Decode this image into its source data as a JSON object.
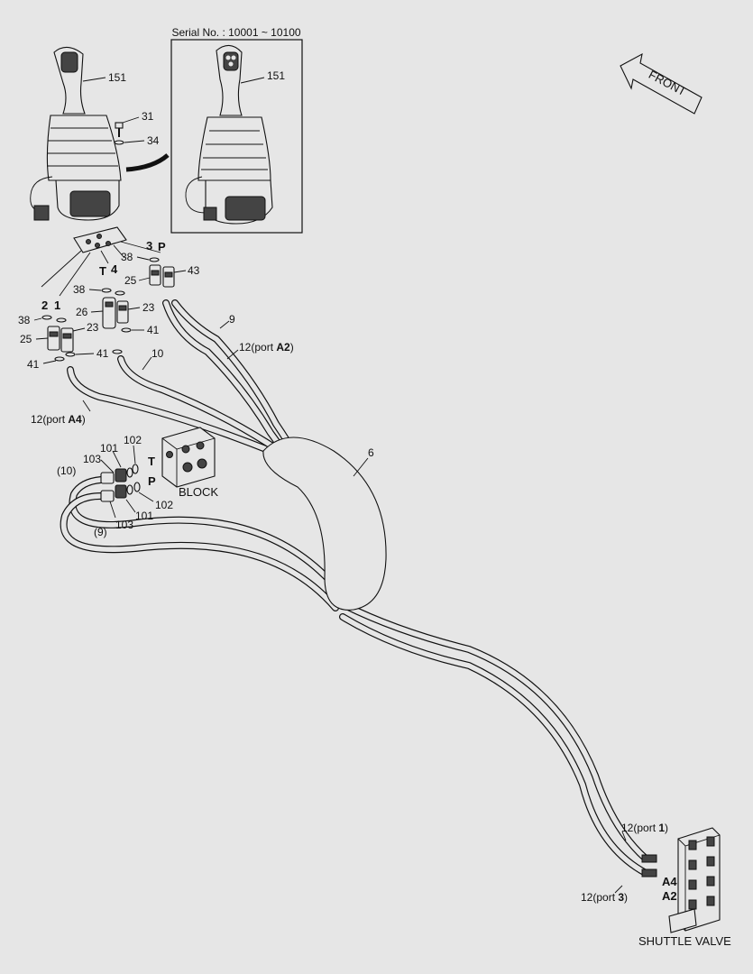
{
  "serial": "Serial No. : 10001 ~ 10100",
  "front_label": "FRONT",
  "block_label": "BLOCK",
  "shuttle_valve_label": "SHUTTLE VALVE",
  "ports": {
    "p1": "1",
    "p2": "2",
    "p3": "3",
    "p4": "4",
    "t_upper": "T",
    "p_upper": "P",
    "t_block": "T",
    "p_block": "P",
    "a4": "A4",
    "a2": "A2"
  },
  "part_numbers": {
    "n151_main": "151",
    "n151_inset": "151",
    "n31": "31",
    "n34": "34",
    "n38_top": "38",
    "n43": "43",
    "n25_top": "25",
    "n38_mid": "38",
    "n26": "26",
    "n23_right": "23",
    "n41_right": "41",
    "n9": "9",
    "n38_left": "38",
    "n25_left": "25",
    "n23_left": "23",
    "n41_mid": "41",
    "n10": "10",
    "n41_left": "41",
    "n6": "6",
    "n101_top": "101",
    "n102_top": "102",
    "n103_top": "103",
    "n10_paren": "(10)",
    "n102_bot": "102",
    "n101_bot": "101",
    "n103_bot": "103",
    "n9_paren": "(9)"
  },
  "hose_labels": {
    "a2_pre": "12(port ",
    "a2_bold": "A2",
    "a2_post": ")",
    "a4_pre": "12(port ",
    "a4_bold": "A4",
    "a4_post": ")",
    "p1_pre": "12(port ",
    "p1_bold": "1",
    "p1_post": ")",
    "p3_pre": "12(port ",
    "p3_bold": "3",
    "p3_post": ")"
  }
}
